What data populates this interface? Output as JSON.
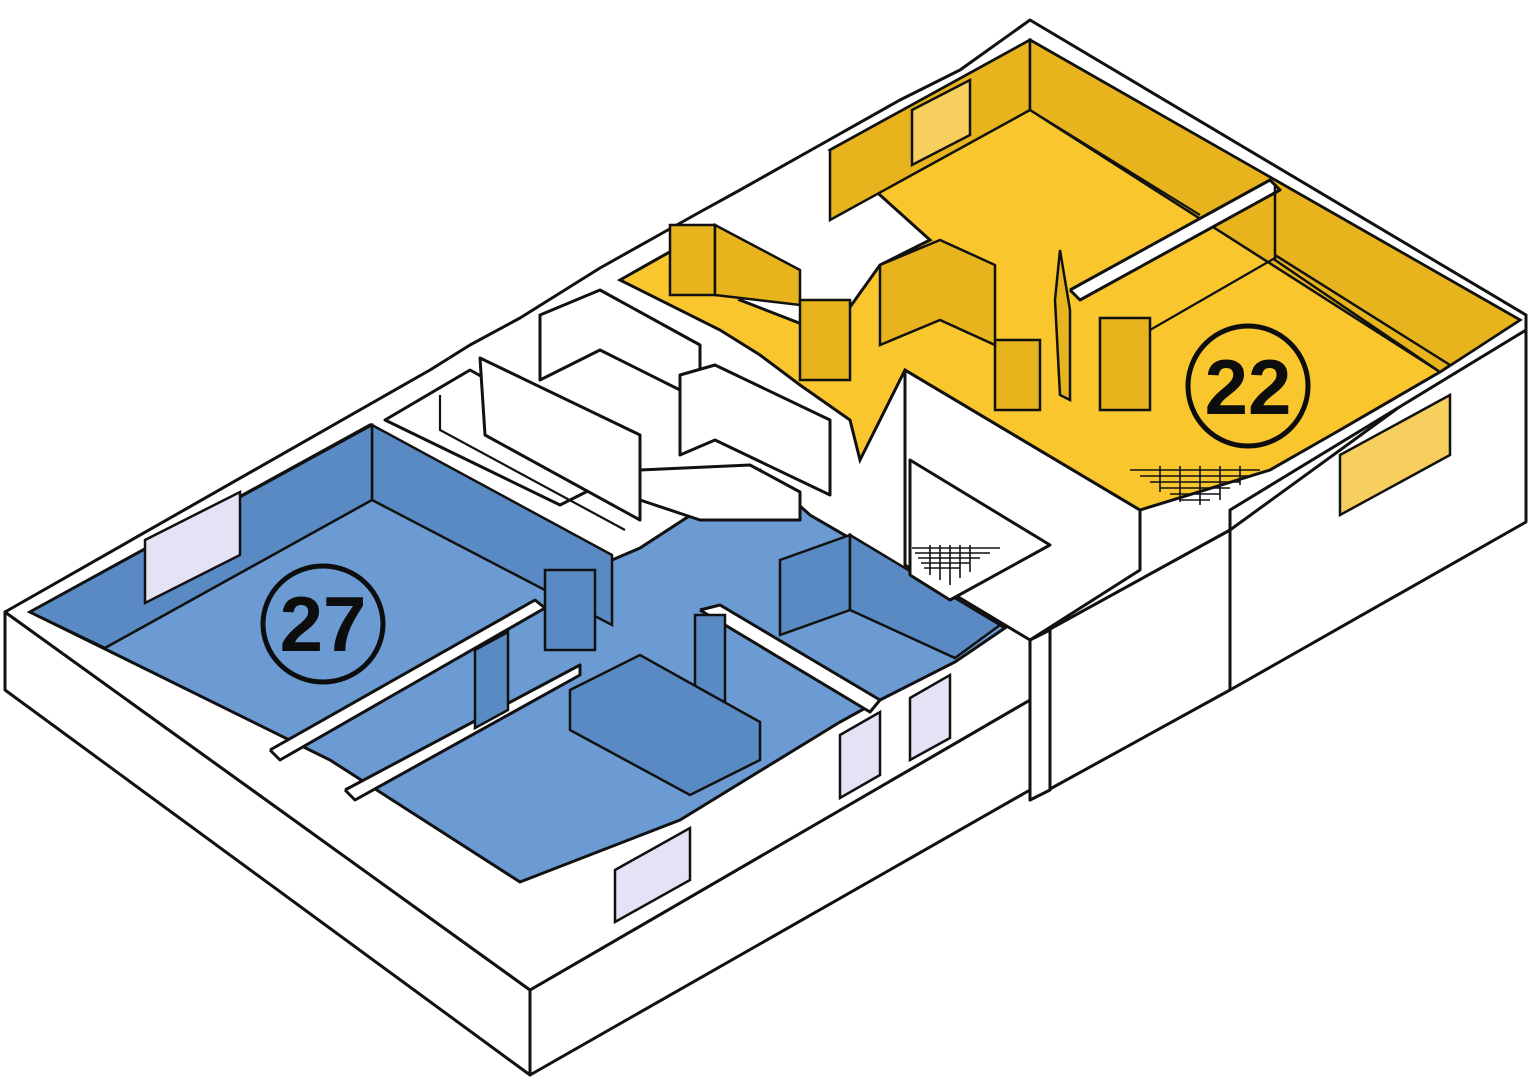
{
  "diagram": {
    "type": "isometric-floor-plan",
    "colors": {
      "background": "#ffffff",
      "wall": "#ffffff",
      "outline": "#111111",
      "unit_blue": "#6B9BD2",
      "unit_blue_dark": "#5A8AC4",
      "unit_yellow": "#F9C62E",
      "unit_yellow_dark": "#E8B41E",
      "window_glass": "#E4E3F5"
    },
    "units": [
      {
        "id": "unit-27",
        "label": "27",
        "color": "#6B9BD2",
        "position": "front-left"
      },
      {
        "id": "unit-22",
        "label": "22",
        "color": "#F9C62E",
        "position": "back-right"
      }
    ],
    "common_areas": [
      {
        "name": "central-stairwell",
        "color": "#ffffff"
      },
      {
        "name": "rear-stair-landing",
        "color": "#ffffff"
      },
      {
        "name": "white-rooms-middle",
        "color": "#ffffff"
      }
    ],
    "windows": [
      {
        "unit": "27",
        "wall": "left-outer"
      },
      {
        "unit": "27",
        "wall": "front-outer"
      },
      {
        "unit": "27",
        "wall": "front-outer"
      },
      {
        "unit": "27",
        "wall": "front-outer"
      },
      {
        "unit": "22",
        "wall": "back-outer"
      },
      {
        "unit": "22",
        "wall": "right-outer"
      }
    ]
  }
}
